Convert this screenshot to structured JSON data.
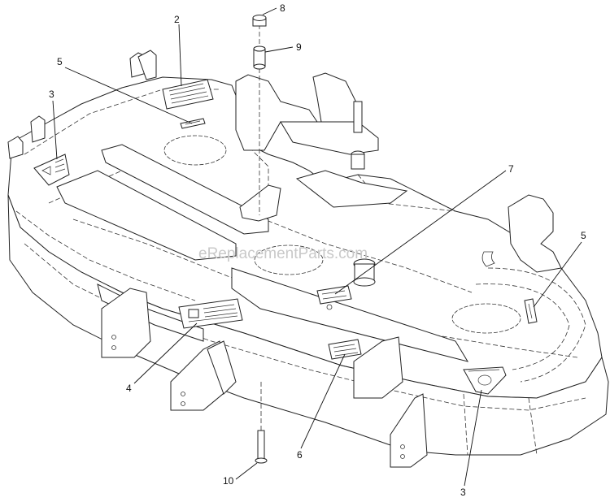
{
  "watermark": "eReplacementParts.com",
  "callouts": [
    {
      "id": "c8",
      "label": "8"
    },
    {
      "id": "c9",
      "label": "9"
    },
    {
      "id": "c2",
      "label": "2"
    },
    {
      "id": "c5a",
      "label": "5"
    },
    {
      "id": "c3a",
      "label": "3"
    },
    {
      "id": "c7",
      "label": "7"
    },
    {
      "id": "c5b",
      "label": "5"
    },
    {
      "id": "c4",
      "label": "4"
    },
    {
      "id": "c6",
      "label": "6"
    },
    {
      "id": "c10",
      "label": "10"
    },
    {
      "id": "c3b",
      "label": "3"
    }
  ]
}
